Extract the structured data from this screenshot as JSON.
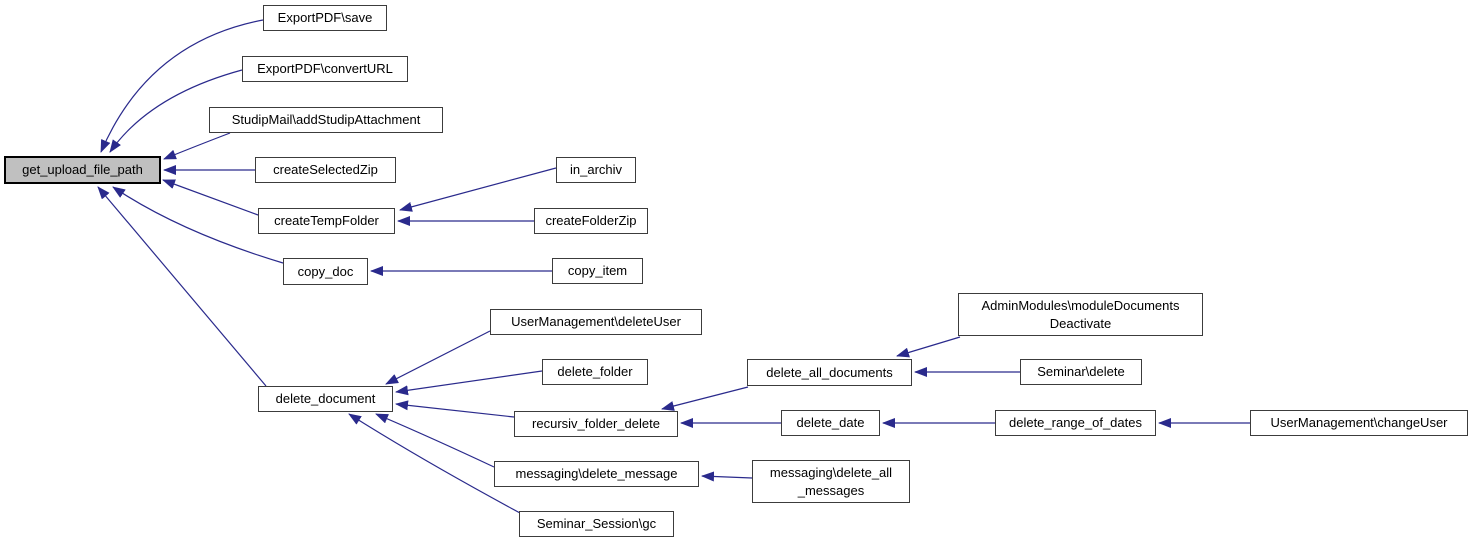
{
  "graph": {
    "type": "call-graph",
    "background_color": "#ffffff",
    "edge_color": "#2a2a8c",
    "node_border_color": "#3c3c3c",
    "main_node_fill": "#c0c0c0",
    "main_node_border": "#000000",
    "nodes": [
      {
        "id": "get_upload_file_path",
        "label": "get_upload_file_path",
        "main": true
      },
      {
        "id": "export_pdf_save",
        "label": "ExportPDF\\save"
      },
      {
        "id": "export_pdf_convert_url",
        "label": "ExportPDF\\convertURL"
      },
      {
        "id": "studip_mail_add_studip_attachment",
        "label": "StudipMail\\addStudipAttachment"
      },
      {
        "id": "create_selected_zip",
        "label": "createSelectedZip"
      },
      {
        "id": "create_temp_folder",
        "label": "createTempFolder"
      },
      {
        "id": "in_archiv",
        "label": "in_archiv"
      },
      {
        "id": "create_folder_zip",
        "label": "createFolderZip"
      },
      {
        "id": "copy_doc",
        "label": "copy_doc"
      },
      {
        "id": "copy_item",
        "label": "copy_item"
      },
      {
        "id": "delete_document",
        "label": "delete_document"
      },
      {
        "id": "user_management_delete_user",
        "label": "UserManagement\\deleteUser"
      },
      {
        "id": "delete_folder",
        "label": "delete_folder"
      },
      {
        "id": "recursiv_folder_delete",
        "label": "recursiv_folder_delete"
      },
      {
        "id": "messaging_delete_message",
        "label": "messaging\\delete_message"
      },
      {
        "id": "seminar_session_gc",
        "label": "Seminar_Session\\gc"
      },
      {
        "id": "admin_modules_module_documents_deactivate",
        "label": "AdminModules\\moduleDocuments\nDeactivate"
      },
      {
        "id": "delete_all_documents",
        "label": "delete_all_documents"
      },
      {
        "id": "seminar_delete",
        "label": "Seminar\\delete"
      },
      {
        "id": "delete_date",
        "label": "delete_date"
      },
      {
        "id": "delete_range_of_dates",
        "label": "delete_range_of_dates"
      },
      {
        "id": "user_management_change_user",
        "label": "UserManagement\\changeUser"
      },
      {
        "id": "messaging_delete_all_messages",
        "label": "messaging\\delete_all\n_messages"
      }
    ],
    "edges": [
      {
        "from": "export_pdf_save",
        "to": "get_upload_file_path"
      },
      {
        "from": "export_pdf_convert_url",
        "to": "get_upload_file_path"
      },
      {
        "from": "studip_mail_add_studip_attachment",
        "to": "get_upload_file_path"
      },
      {
        "from": "create_selected_zip",
        "to": "get_upload_file_path"
      },
      {
        "from": "create_temp_folder",
        "to": "get_upload_file_path"
      },
      {
        "from": "copy_doc",
        "to": "get_upload_file_path"
      },
      {
        "from": "delete_document",
        "to": "get_upload_file_path"
      },
      {
        "from": "in_archiv",
        "to": "create_temp_folder"
      },
      {
        "from": "create_folder_zip",
        "to": "create_temp_folder"
      },
      {
        "from": "copy_item",
        "to": "copy_doc"
      },
      {
        "from": "user_management_delete_user",
        "to": "delete_document"
      },
      {
        "from": "delete_folder",
        "to": "delete_document"
      },
      {
        "from": "recursiv_folder_delete",
        "to": "delete_document"
      },
      {
        "from": "messaging_delete_message",
        "to": "delete_document"
      },
      {
        "from": "seminar_session_gc",
        "to": "delete_document"
      },
      {
        "from": "admin_modules_module_documents_deactivate",
        "to": "delete_all_documents"
      },
      {
        "from": "seminar_delete",
        "to": "delete_all_documents"
      },
      {
        "from": "delete_all_documents",
        "to": "recursiv_folder_delete"
      },
      {
        "from": "delete_date",
        "to": "recursiv_folder_delete"
      },
      {
        "from": "delete_range_of_dates",
        "to": "delete_date"
      },
      {
        "from": "user_management_change_user",
        "to": "delete_range_of_dates"
      },
      {
        "from": "messaging_delete_all_messages",
        "to": "messaging_delete_message"
      }
    ]
  }
}
